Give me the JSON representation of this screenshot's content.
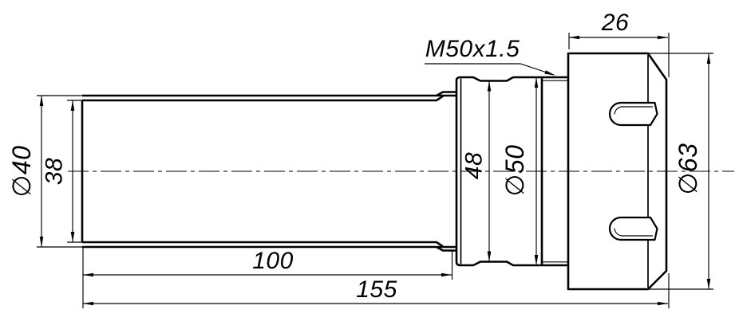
{
  "drawing": {
    "background_color": "#ffffff",
    "line_color": "#000000",
    "labels": {
      "thread_spec": "M50x1.5",
      "nut_width": "26",
      "barb_outer_diameter": "∅40",
      "barb_inner_diameter": "38",
      "barb_length": "100",
      "total_length": "155",
      "groove_diameter": "48",
      "collar_diameter": "∅50",
      "nut_diameter": "∅63"
    }
  }
}
